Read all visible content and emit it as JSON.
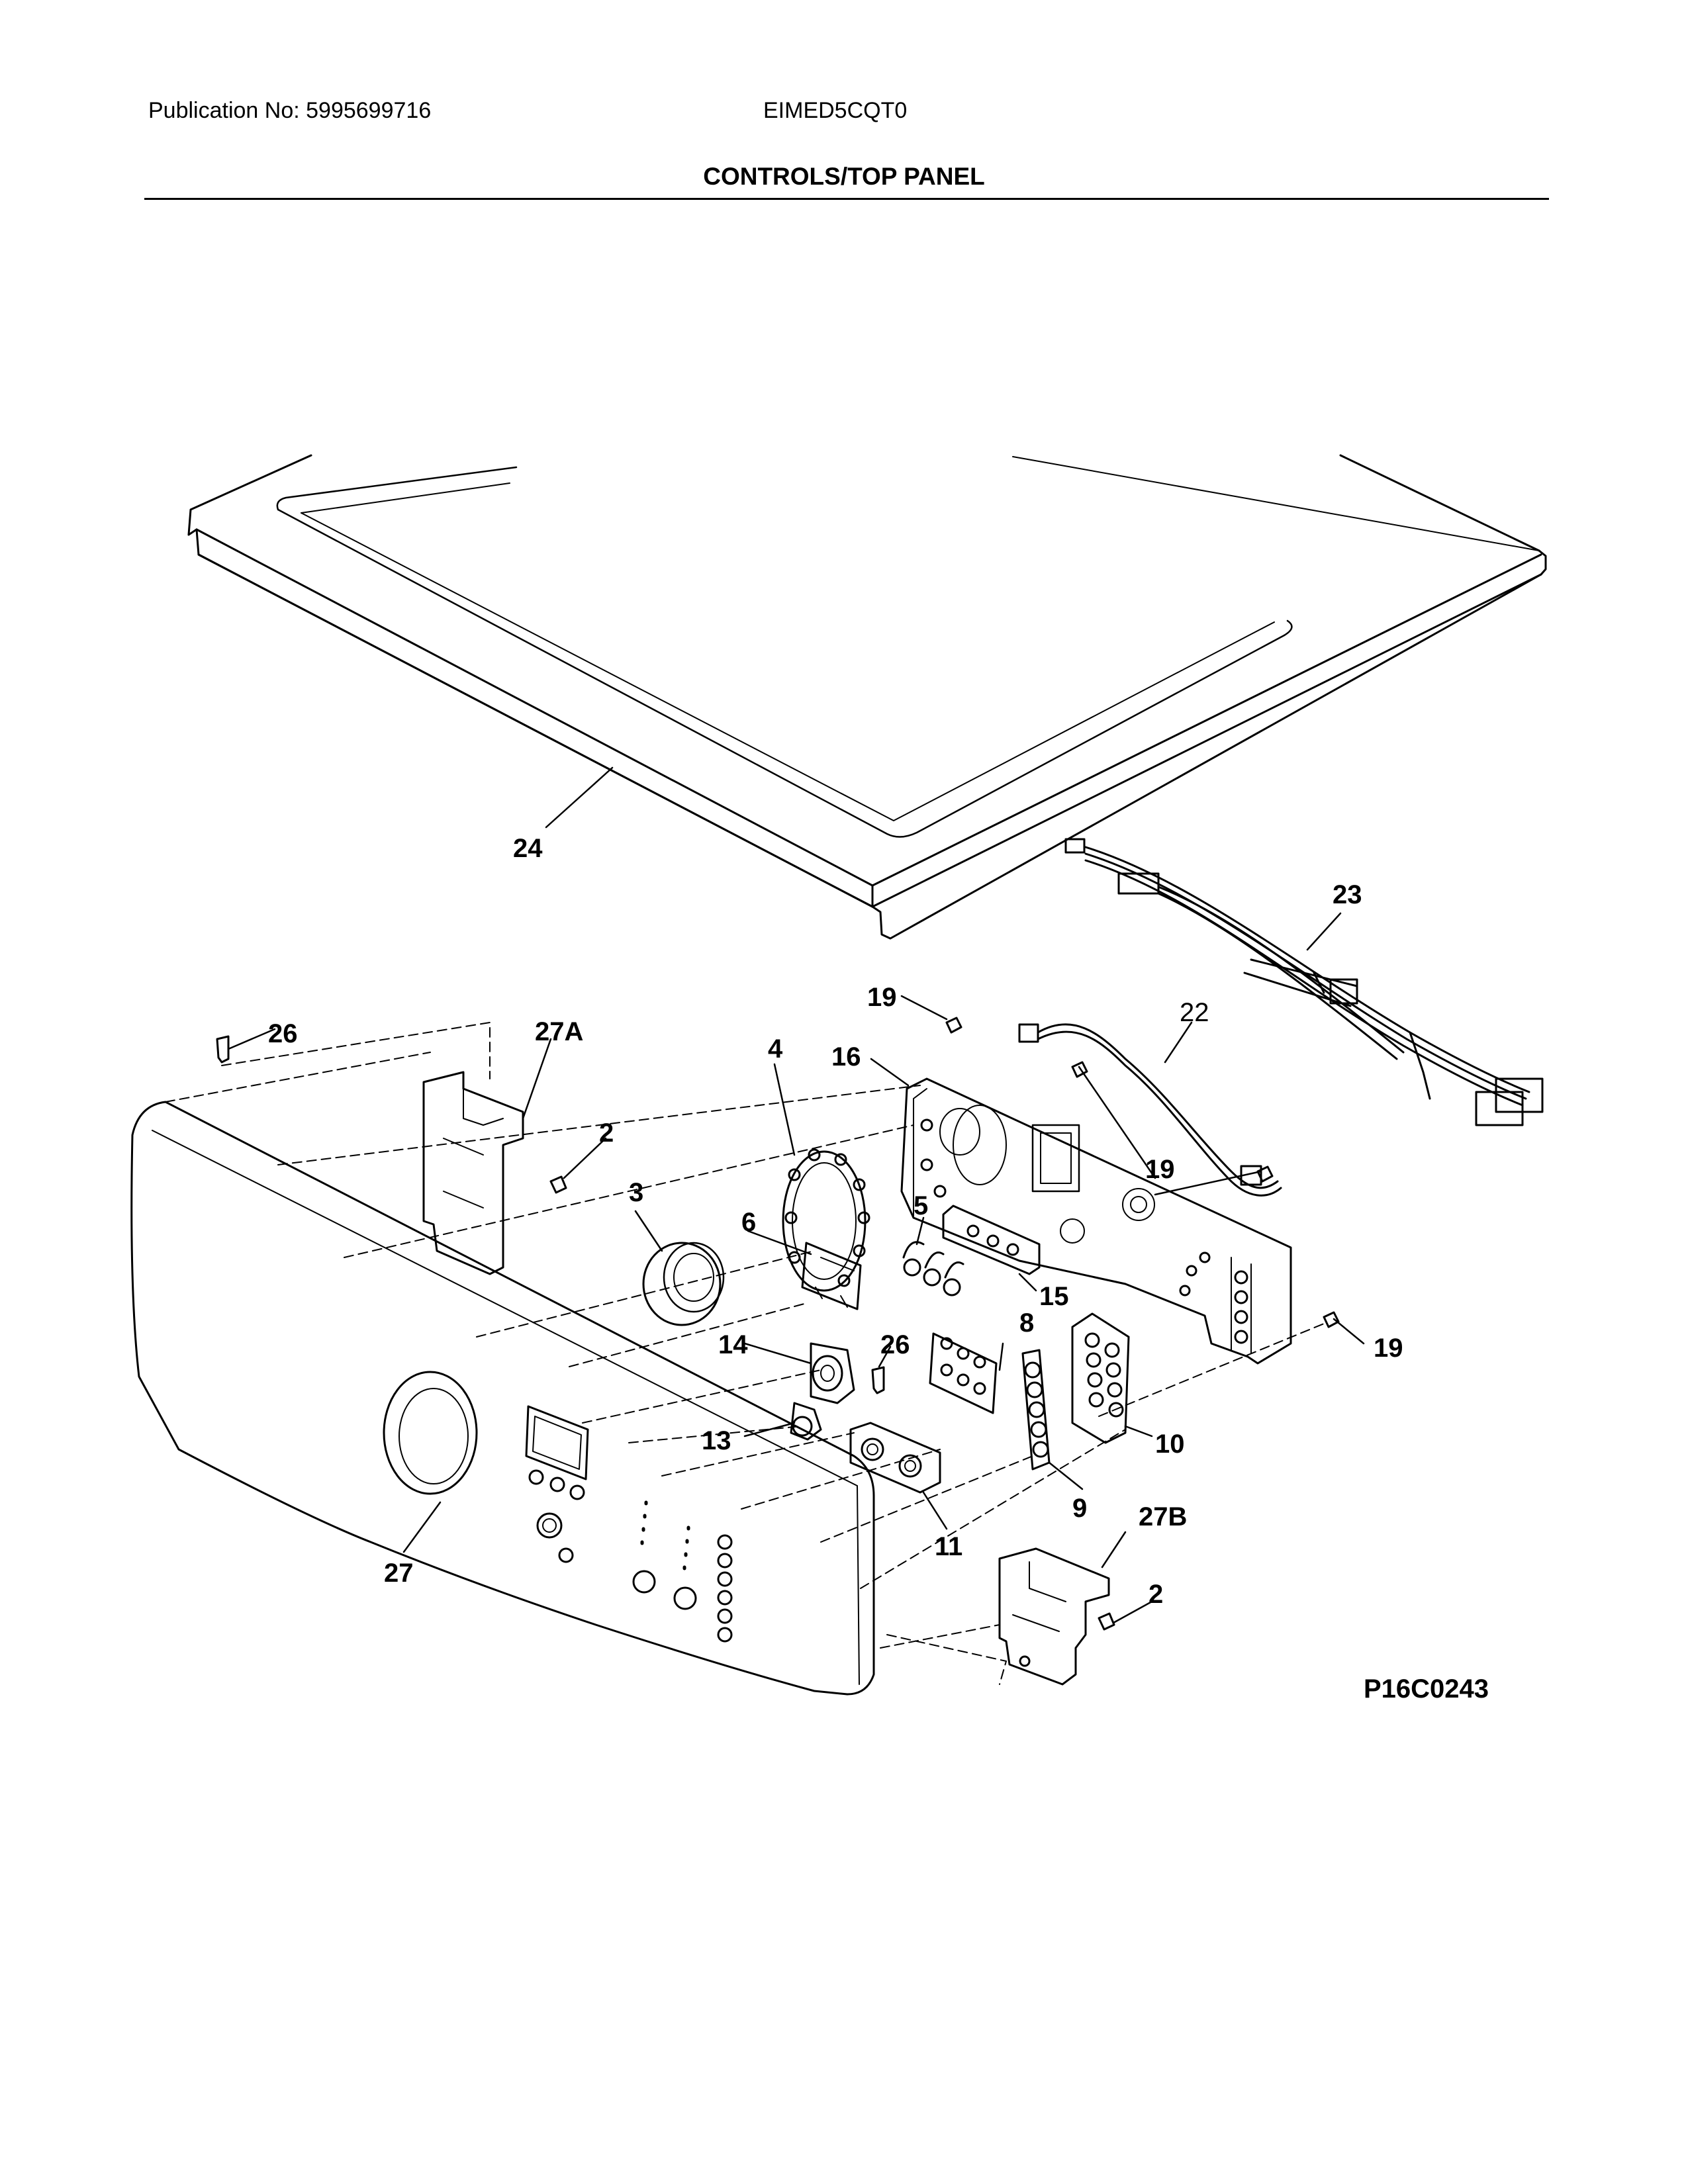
{
  "header": {
    "publication": "Publication No: 5995699716",
    "model": "EIMED5CQT0"
  },
  "section_title": "CONTROLS/TOP PANEL",
  "figure_code": "P16C0243",
  "callouts": {
    "c24": "24",
    "c23": "23",
    "c22": "22",
    "c19a": "19",
    "c16": "16",
    "c19b": "19",
    "c26a": "26",
    "c27a": "27A",
    "c2a": "2",
    "c4": "4",
    "c3": "3",
    "c6": "6",
    "c5": "5",
    "c15": "15",
    "c14": "14",
    "c26b": "26",
    "c8": "8",
    "c19c": "19",
    "c13": "13",
    "c10": "10",
    "c9": "9",
    "c27": "27",
    "c11": "11",
    "c27b": "27B",
    "c2b": "2"
  }
}
